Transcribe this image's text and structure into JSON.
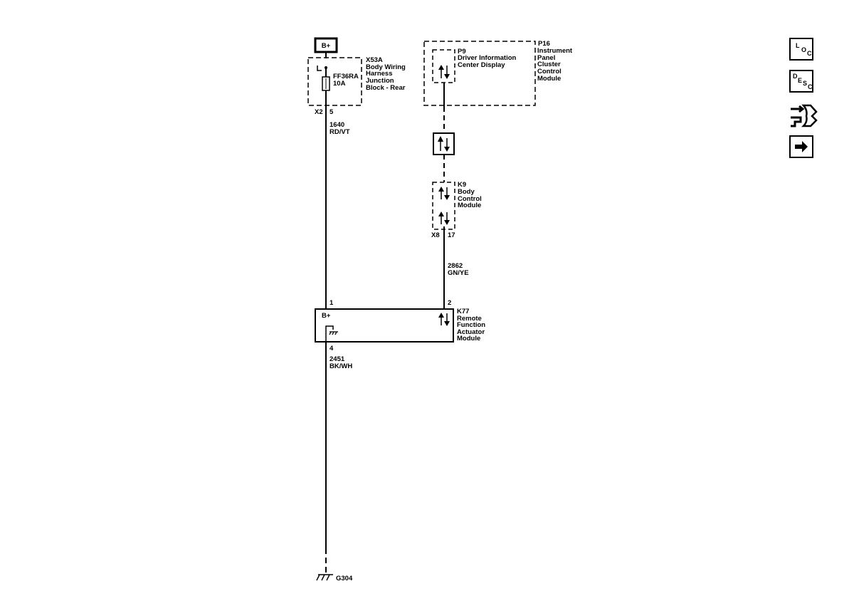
{
  "power": {
    "label": "B+"
  },
  "fuse_block": {
    "id": "X53A",
    "name_lines": [
      "Body Wiring",
      "Harness",
      "Junction",
      "Block - Rear"
    ],
    "fuse_id": "FF36RA",
    "fuse_rating": "10A",
    "connector": "X2",
    "pin": "5"
  },
  "wire_1640": {
    "circuit": "1640",
    "color": "RD/VT"
  },
  "ipc": {
    "id": "P16",
    "name_lines": [
      "Instrument",
      "Panel",
      "Cluster",
      "Control",
      "Module"
    ]
  },
  "dic": {
    "id": "P9",
    "name_lines": [
      "Driver Information",
      "Center Display"
    ]
  },
  "bcm": {
    "id": "K9",
    "name_lines": [
      "Body",
      "Control",
      "Module"
    ],
    "connector": "X8",
    "pin": "17"
  },
  "wire_2862": {
    "circuit": "2862",
    "color": "GN/YE"
  },
  "rfa": {
    "id": "K77",
    "name_lines": [
      "Remote",
      "Function",
      "Actuator",
      "Module"
    ],
    "pin_power": "1",
    "pin_data": "2",
    "pin_ground": "4",
    "power_label": "B+"
  },
  "wire_2451": {
    "circuit": "2451",
    "color": "BK/WH"
  },
  "ground": {
    "id": "G304"
  },
  "nav": {
    "loc": [
      "L",
      "O",
      "C"
    ],
    "desc": [
      "D",
      "E",
      "S",
      "C"
    ],
    "connector_icon": "connector-icon",
    "next_icon": "arrow-right-icon"
  }
}
